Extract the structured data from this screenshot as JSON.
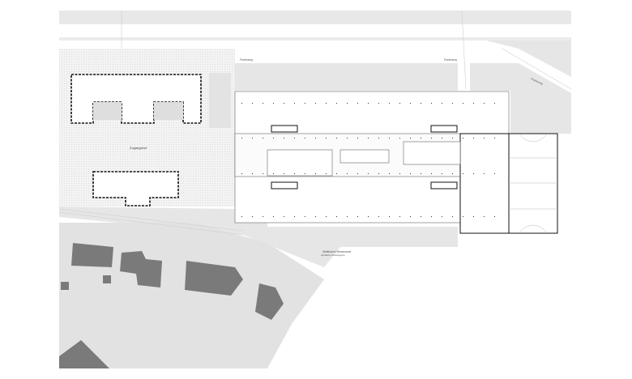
{
  "plan": {
    "title": "Site floor plan",
    "labels": {
      "courtyard": "Zugangshof",
      "street_west": "Pionierweg",
      "street_east": "Pionierweg",
      "street_diag": "Pionierweg",
      "south_area": "Städtisches Wiesenareal",
      "south_area_sub": "Grünfläche / Erholungszone"
    },
    "colors": {
      "ground": "#e6e6e6",
      "court": "#f1f1f1",
      "houses": "#7a7a7a",
      "walls": "#111111"
    }
  }
}
